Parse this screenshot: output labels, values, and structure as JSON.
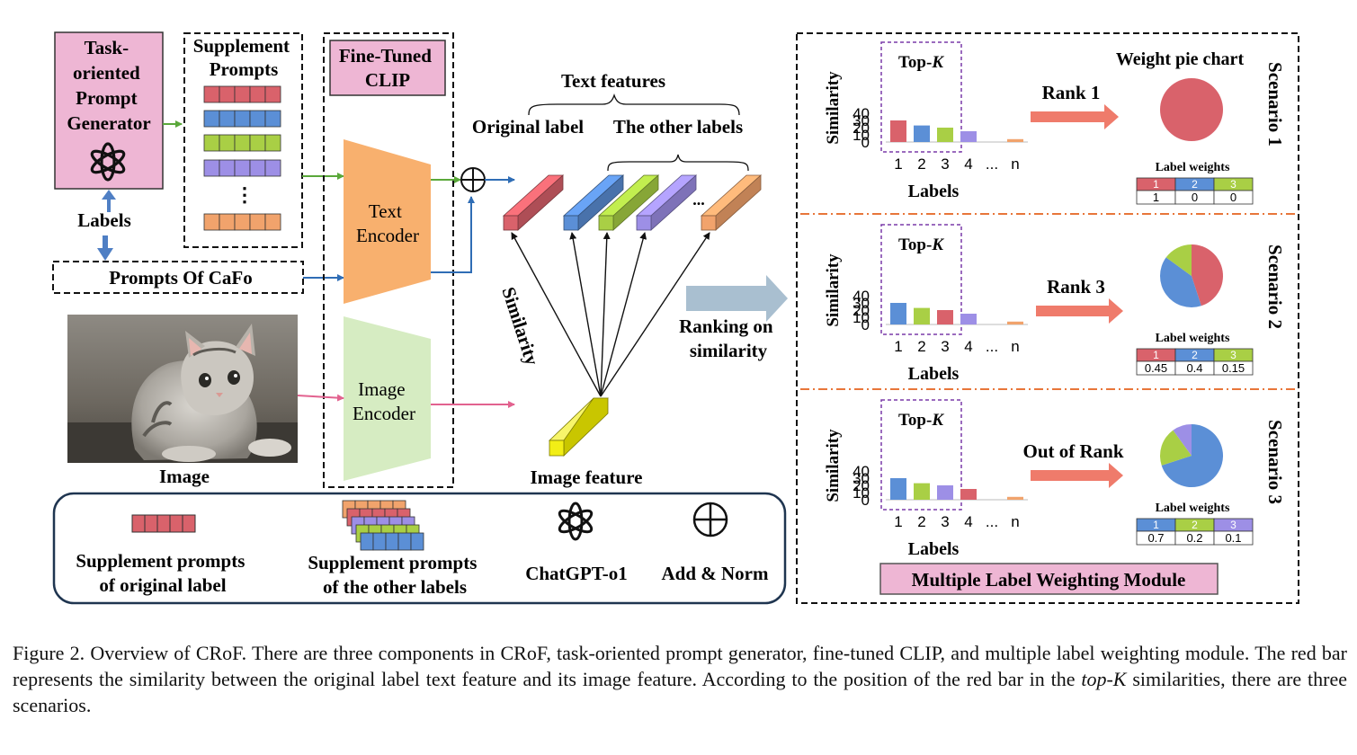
{
  "colors": {
    "red": "#d9626b",
    "blue": "#5b8fd6",
    "green": "#a9cf45",
    "purple": "#9d8fe6",
    "orange": "#f1a36c",
    "pink": "#eeb6d4",
    "yellow": "#f2ee16",
    "encoder_text": "#f8b06e",
    "encoder_image": "#d6ecc2",
    "arrow_big": "#ef7b6b",
    "arrow_gray": "#a9bfd0",
    "scenario_sep": "#e8763a",
    "legend_border": "#1f3550"
  },
  "generator": {
    "title_lines": [
      "Task-",
      "oriented",
      "Prompt",
      "Generator"
    ],
    "logo_icon": "openai-logo-icon",
    "labels": "Labels",
    "prompts_cafo": "Prompts Of CaFo"
  },
  "supplement": {
    "title_lines": [
      "Supplement",
      "Prompts"
    ],
    "ellipsis": "⋮",
    "row_colors": [
      "red",
      "blue",
      "green",
      "purple",
      "orange"
    ]
  },
  "clip": {
    "title_lines": [
      "Fine-Tuned",
      "CLIP"
    ],
    "text_encoder_lines": [
      "Text",
      "Encoder"
    ],
    "image_encoder_lines": [
      "Image",
      "Encoder"
    ]
  },
  "image": {
    "label": "Image",
    "subject": "gray tabby kitten photo"
  },
  "features": {
    "text_features": "Text features",
    "original_label": "Original label",
    "other_labels": "The other labels",
    "similarity": "Similarity",
    "image_feature": "Image feature",
    "ellipsis": "...",
    "ranking_lines": [
      "Ranking on",
      "similarity"
    ]
  },
  "legend": {
    "items": [
      {
        "lines": [
          "Supplement  prompts",
          "of original label"
        ]
      },
      {
        "lines": [
          "Supplement  prompts",
          "of the other labels"
        ]
      },
      {
        "lines": [
          "ChatGPT-o1"
        ]
      },
      {
        "lines": [
          "Add & Norm"
        ]
      }
    ]
  },
  "module": {
    "title": "Multiple Label Weighting Module",
    "pie_chart_title": "Weight pie chart",
    "topk_prefix": "Top-",
    "topk_var": "K",
    "axis_label": "Similarity",
    "xlabel": "Labels",
    "weights_title": "Label weights",
    "scenarios": [
      {
        "name": "Scenario 1",
        "rank": "Rank 1",
        "bars": [
          {
            "label": "1",
            "value": 30,
            "color": "red"
          },
          {
            "label": "2",
            "value": 23,
            "color": "blue"
          },
          {
            "label": "3",
            "value": 20,
            "color": "green"
          },
          {
            "label": "4",
            "value": 15,
            "color": "purple"
          },
          {
            "label": "...",
            "value": 0,
            "color": "orange"
          },
          {
            "label": "n",
            "value": 4,
            "color": "orange"
          }
        ],
        "weight_header": [
          "1",
          "2",
          "3"
        ],
        "weight_colors": [
          "red",
          "blue",
          "green"
        ],
        "weights": [
          "1",
          "0",
          "0"
        ]
      },
      {
        "name": "Scenario 2",
        "rank": "Rank 3",
        "bars": [
          {
            "label": "1",
            "value": 30,
            "color": "blue"
          },
          {
            "label": "2",
            "value": 23,
            "color": "green"
          },
          {
            "label": "3",
            "value": 20,
            "color": "red"
          },
          {
            "label": "4",
            "value": 15,
            "color": "purple"
          },
          {
            "label": "...",
            "value": 0,
            "color": "orange"
          },
          {
            "label": "n",
            "value": 4,
            "color": "orange"
          }
        ],
        "weight_header": [
          "1",
          "2",
          "3"
        ],
        "weight_colors": [
          "red",
          "blue",
          "green"
        ],
        "weights": [
          "0.45",
          "0.4",
          "0.15"
        ]
      },
      {
        "name": "Scenario 3",
        "rank": "Out of Rank",
        "bars": [
          {
            "label": "1",
            "value": 30,
            "color": "blue"
          },
          {
            "label": "2",
            "value": 23,
            "color": "green"
          },
          {
            "label": "3",
            "value": 20,
            "color": "purple"
          },
          {
            "label": "4",
            "value": 15,
            "color": "red"
          },
          {
            "label": "...",
            "value": 0,
            "color": "orange"
          },
          {
            "label": "n",
            "value": 4,
            "color": "orange"
          }
        ],
        "weight_header": [
          "1",
          "2",
          "3"
        ],
        "weight_colors": [
          "blue",
          "green",
          "purple"
        ],
        "weights": [
          "0.7",
          "0.2",
          "0.1"
        ]
      }
    ],
    "y_ticks": [
      "0",
      "10",
      "20",
      "30",
      "40"
    ],
    "y_max": 40
  },
  "caption": {
    "part1": "Figure 2.  Overview of CRoF. There are three components in CRoF, task-oriented prompt generator, fine-tuned CLIP, and multiple label weighting module.  The red bar represents the similarity between the original label text feature and its image feature.  According to the position of the red bar in the ",
    "italic": "top-K",
    "part2": " similarities, there are three scenarios."
  }
}
